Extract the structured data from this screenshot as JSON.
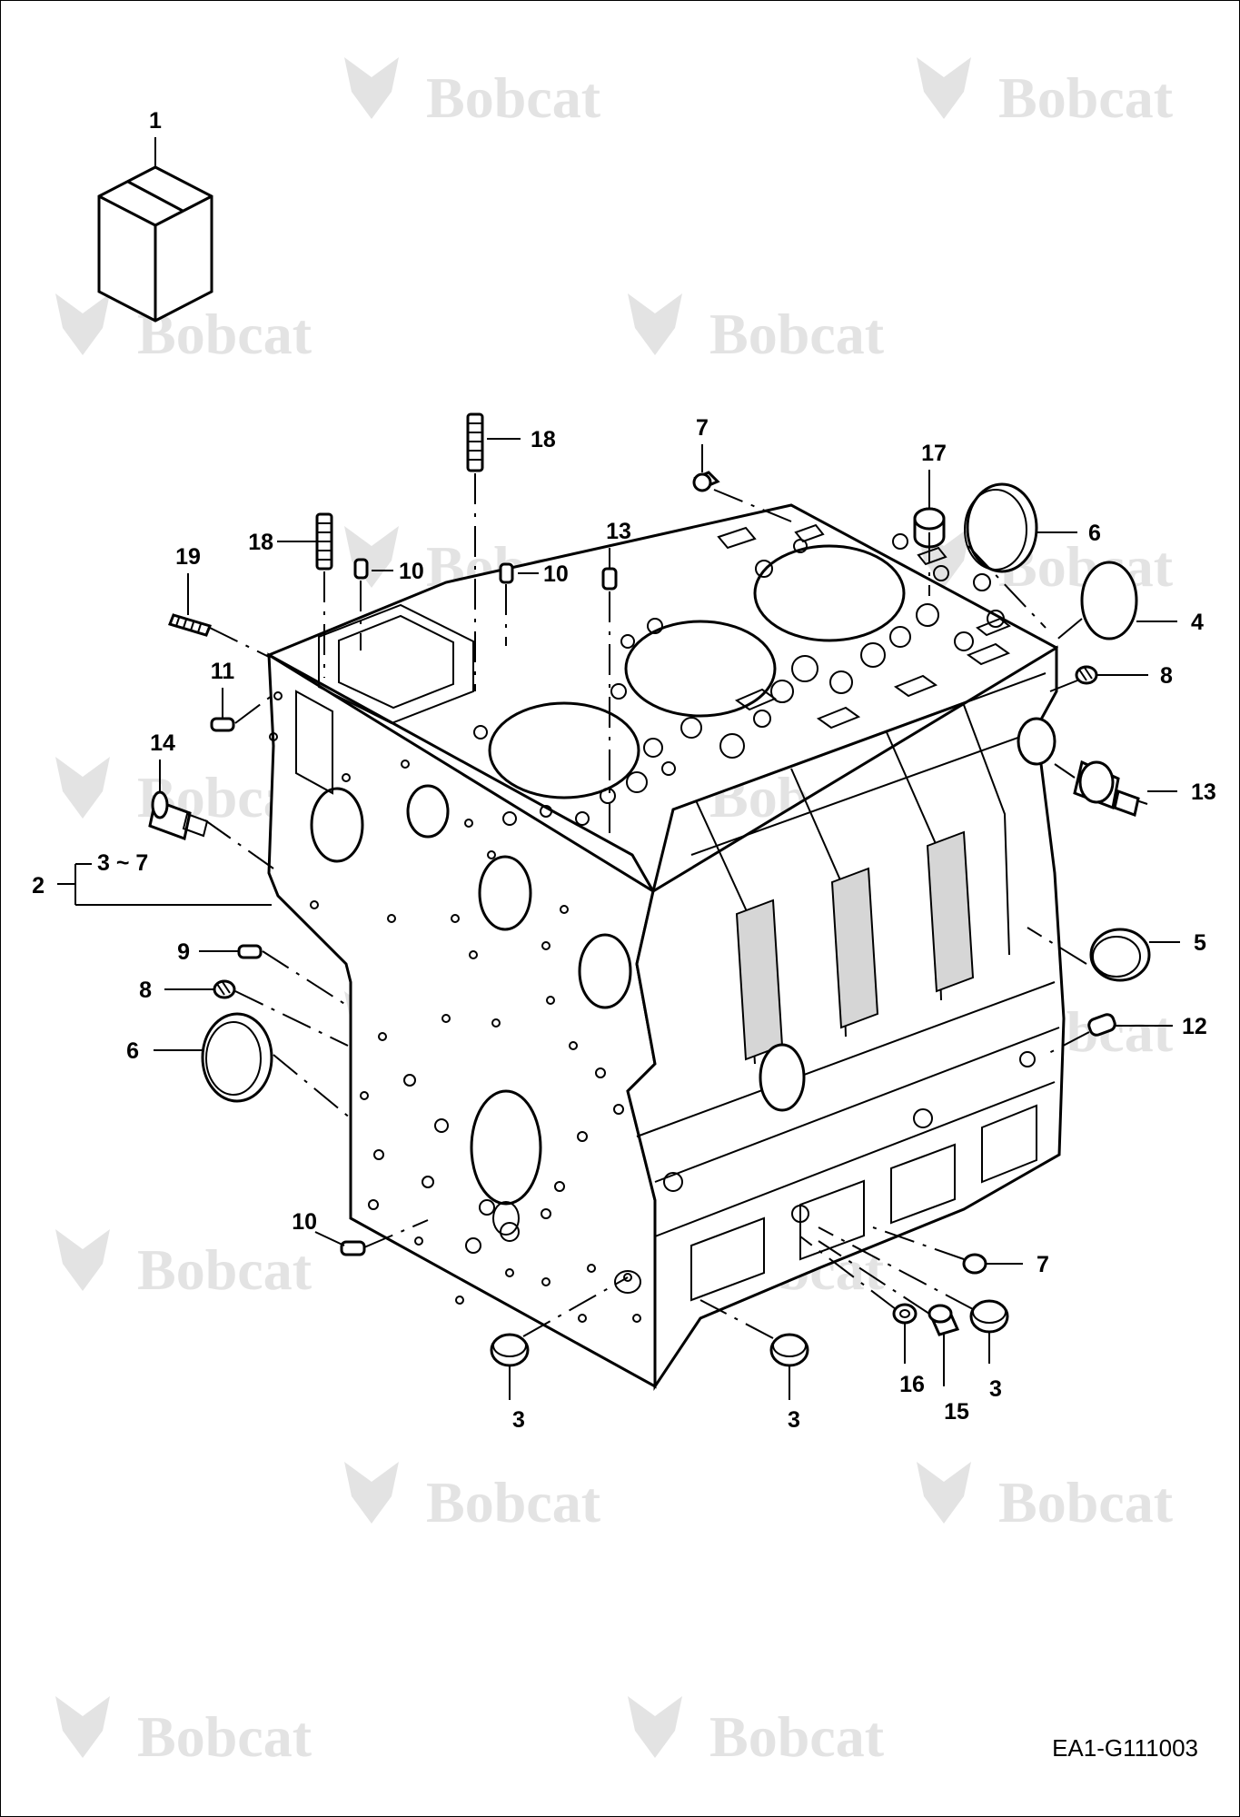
{
  "diagram": {
    "drawing_code": "EA1-G111003",
    "watermark": "Bobcat",
    "callouts": [
      {
        "id": "c1",
        "text": "1"
      },
      {
        "id": "c2",
        "text": "2"
      },
      {
        "id": "c2r",
        "text": "3 ~ 7"
      },
      {
        "id": "c3a",
        "text": "3"
      },
      {
        "id": "c3b",
        "text": "3"
      },
      {
        "id": "c3c",
        "text": "3"
      },
      {
        "id": "c4",
        "text": "4"
      },
      {
        "id": "c5",
        "text": "5"
      },
      {
        "id": "c6a",
        "text": "6"
      },
      {
        "id": "c6b",
        "text": "6"
      },
      {
        "id": "c7a",
        "text": "7"
      },
      {
        "id": "c7b",
        "text": "7"
      },
      {
        "id": "c8a",
        "text": "8"
      },
      {
        "id": "c8b",
        "text": "8"
      },
      {
        "id": "c9",
        "text": "9"
      },
      {
        "id": "c10a",
        "text": "10"
      },
      {
        "id": "c10b",
        "text": "10"
      },
      {
        "id": "c10c",
        "text": "10"
      },
      {
        "id": "c11",
        "text": "11"
      },
      {
        "id": "c12",
        "text": "12"
      },
      {
        "id": "c13a",
        "text": "13"
      },
      {
        "id": "c13b",
        "text": "13"
      },
      {
        "id": "c14",
        "text": "14"
      },
      {
        "id": "c15",
        "text": "15"
      },
      {
        "id": "c16",
        "text": "16"
      },
      {
        "id": "c17",
        "text": "17"
      },
      {
        "id": "c18a",
        "text": "18"
      },
      {
        "id": "c18b",
        "text": "18"
      },
      {
        "id": "c19",
        "text": "19"
      }
    ]
  }
}
